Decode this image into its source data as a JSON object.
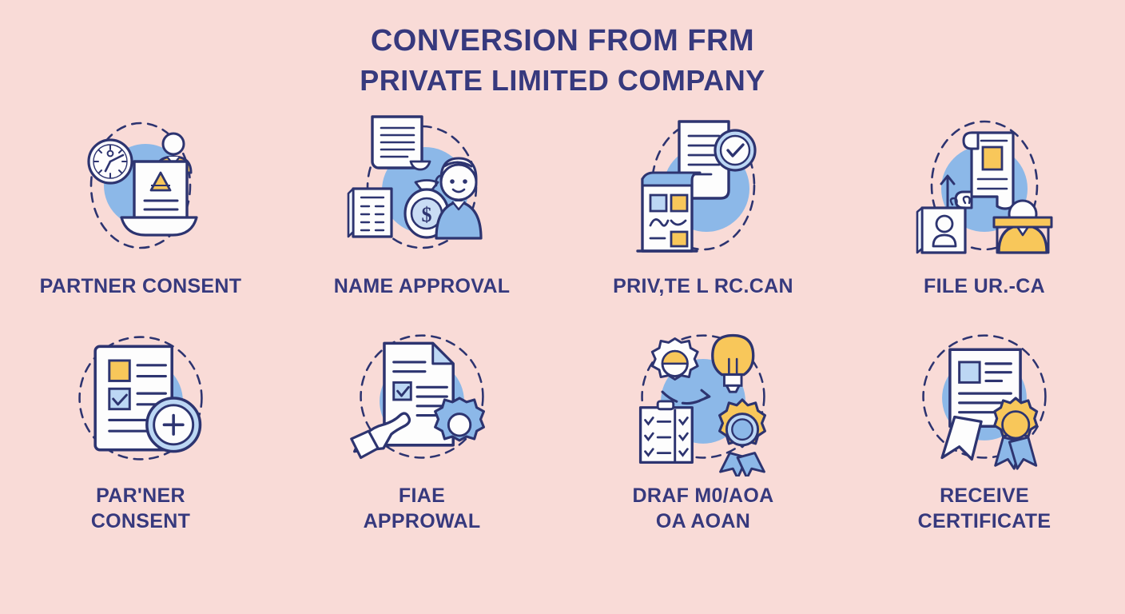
{
  "title": {
    "line1": "CONVERSION FROM FRM",
    "line2": "PRIVATE LIMITED COMPANY"
  },
  "colors": {
    "background": "#f9dbd7",
    "navy": "#2d3470",
    "title_navy": "#37397d",
    "blue_circle": "#8cb8e8",
    "blue_light": "#bcd7f4",
    "yellow": "#f8c75a",
    "white": "#ffffff"
  },
  "steps": [
    {
      "index": 1,
      "label": "PARTNER CONSENT",
      "icon": "clock-document-person-icon",
      "elements": [
        "clock",
        "document-with-triangle",
        "person-orange-shirt",
        "blue-circle",
        "dashed-ring"
      ]
    },
    {
      "index": 2,
      "label": "NAME APPROVAL",
      "icon": "document-moneybag-person-icon",
      "elements": [
        "lined-document",
        "ledger-book",
        "money-bag-dollar",
        "smiling-person",
        "blue-circle",
        "dashed-ring"
      ]
    },
    {
      "index": 3,
      "label": "PRIV,TE L RC.CAN",
      "icon": "document-verified-building-icon",
      "elements": [
        "lined-document",
        "check-seal",
        "form-building-with-squares",
        "blue-circle",
        "dashed-ring"
      ]
    },
    {
      "index": 4,
      "label": "FILE UR.-CA",
      "icon": "scroll-idcard-officer-icon",
      "elements": [
        "scroll-with-yellow-square",
        "up-arrow",
        "id-card-person",
        "person-at-desk-yellow",
        "blue-circle",
        "dashed-ring"
      ]
    },
    {
      "index": 5,
      "label": "PAR'NER\nCONSENT",
      "label_line1": "PAR'NER",
      "label_line2": "CONSENT",
      "icon": "checklist-plus-icon",
      "elements": [
        "checklist-document",
        "yellow-square",
        "checkbox-checked",
        "plus-circle",
        "blue-circle",
        "dashed-ring"
      ]
    },
    {
      "index": 6,
      "label": "FIAE\nAPPROWAL",
      "label_line1": "FIAE",
      "label_line2": "APPROWAL",
      "icon": "document-hand-gear-icon",
      "elements": [
        "document-with-checkbox",
        "pointing-hand",
        "gear",
        "blue-circle",
        "dashed-ring"
      ]
    },
    {
      "index": 7,
      "label": "DRAF M0/AOA\nOA AOAN",
      "label_line1": "DRAF M0/AOA",
      "label_line2": "OA AOAN",
      "icon": "clipboard-bulb-award-icon",
      "elements": [
        "gear-badge",
        "light-bulb",
        "curved-arrow",
        "clipboard-checklist",
        "award-rosette",
        "blue-circle",
        "dashed-ring"
      ]
    },
    {
      "index": 8,
      "label": "RECEIVE\nCERTIFICATE",
      "label_line1": "RECEIVE",
      "label_line2": "CERTIFICATE",
      "icon": "certificate-seal-icon",
      "elements": [
        "certificate-document",
        "blue-square",
        "ribbon-tail",
        "yellow-award-seal",
        "blue-circle",
        "dashed-ring"
      ]
    }
  ]
}
